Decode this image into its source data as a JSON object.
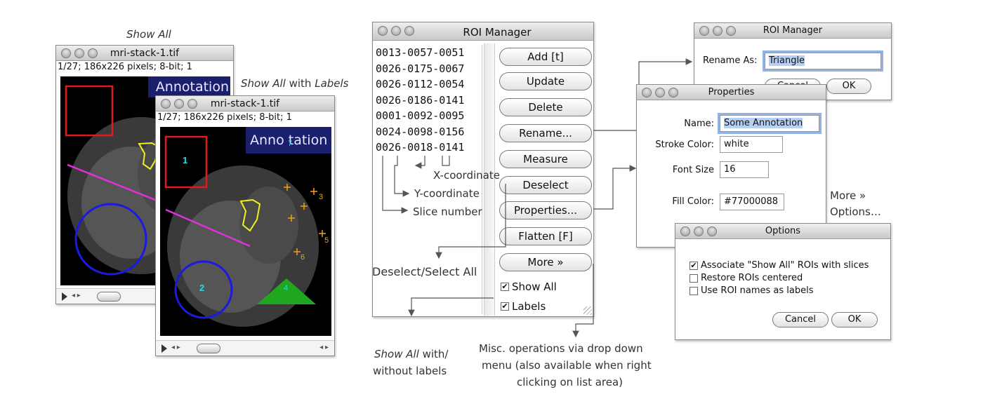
{
  "captions": {
    "show_all": "Show All",
    "show_all_labels_a": "Show All",
    "show_all_labels_b": " with ",
    "show_all_labels_c": "Labels",
    "x_coord": "X-coordinate",
    "y_coord": "Y-coordinate",
    "slice_number": "Slice number",
    "deselect_select_all": "Deselect/Select All",
    "show_all_with_a": "Show All",
    "show_all_with_b": " with/",
    "without_labels": "without labels",
    "misc_1": "Misc. operations via drop down",
    "misc_2": "menu (also available when right",
    "misc_3": "clicking on list area)",
    "more_options_1": "More »",
    "more_options_2": "Options…"
  },
  "image_window_1": {
    "title": "mri-stack-1.tif",
    "info": "1/27; 186x226 pixels; 8-bit; 1",
    "annotation": "Annotation"
  },
  "image_window_2": {
    "title": "mri-stack-1.tif",
    "info": "1/27; 186x226 pixels; 8-bit; 1",
    "annotation": "Anno tation",
    "roi_numbers": [
      "1",
      "2",
      "3",
      "4",
      "5",
      "6",
      "7"
    ]
  },
  "roi_manager": {
    "title": "ROI Manager",
    "items": [
      "0013-0057-0051",
      "0026-0175-0067",
      "0026-0112-0054",
      "0026-0186-0141",
      "0001-0092-0095",
      "0024-0098-0156",
      "0026-0018-0141"
    ],
    "buttons": [
      "Add [t]",
      "Update",
      "Delete",
      "Rename...",
      "Measure",
      "Deselect",
      "Properties...",
      "Flatten [F]",
      "More »"
    ],
    "show_all": "Show All",
    "labels": "Labels"
  },
  "rename_dialog": {
    "title": "ROI Manager",
    "label": "Rename As:",
    "value": "Triangle",
    "cancel": "Cancel",
    "ok": "OK"
  },
  "properties_dialog": {
    "title": "Properties",
    "name_label": "Name:",
    "name_value": "Some Annotation",
    "stroke_label": "Stroke Color:",
    "stroke_value": "white",
    "font_label": "Font Size",
    "font_value": "16",
    "fill_label": "Fill Color:",
    "fill_value": "#77000088"
  },
  "options_dialog": {
    "title": "Options",
    "opt1": "Associate \"Show All\" ROIs with slices",
    "opt2": "Restore ROIs centered",
    "opt3": "Use ROI names as labels",
    "cancel": "Cancel",
    "ok": "OK"
  },
  "colors": {
    "roi_red": "#e0191a",
    "roi_blue": "#1a1ae0",
    "roi_magenta": "#e030e0",
    "roi_yellow": "#f0f020",
    "roi_green": "#1fa81f",
    "label_cyan": "#22e0e0",
    "annotation_bg": "#1a1f6e",
    "selection_blue": "#b6d0f5"
  }
}
